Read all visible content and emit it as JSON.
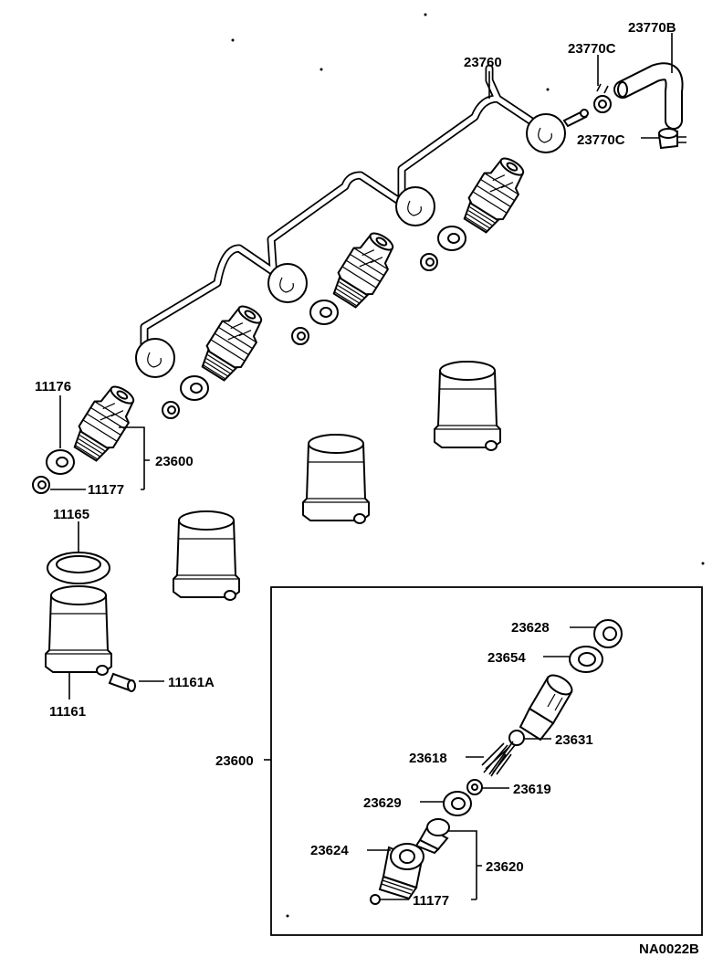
{
  "diagram_code": "NA0022B",
  "labels": {
    "p23770B": "23770B",
    "p23770C_top": "23770C",
    "p23770C_right": "23770C",
    "p23760": "23760",
    "p11176": "11176",
    "p23600_upper": "23600",
    "p11177_upper": "11177",
    "p11165": "11165",
    "p11161A": "11161A",
    "p11161": "11161",
    "p23600_box": "23600",
    "p23628": "23628",
    "p23654": "23654",
    "p23631": "23631",
    "p23618": "23618",
    "p23619": "23619",
    "p23629": "23629",
    "p23624": "23624",
    "p23620": "23620",
    "p11177_box": "11177"
  }
}
